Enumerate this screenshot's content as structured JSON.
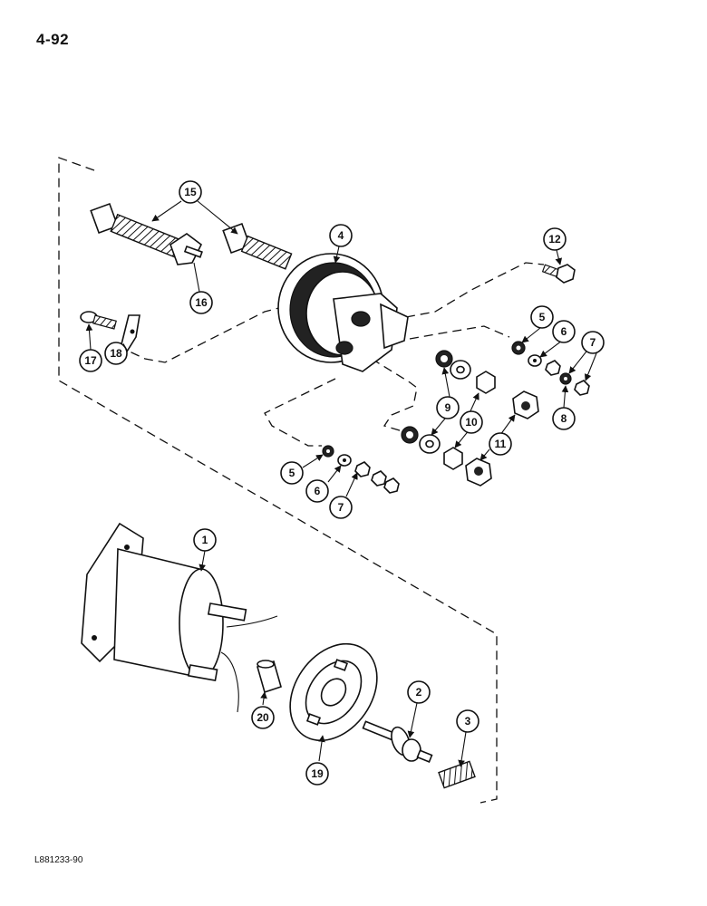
{
  "page": {
    "number": "4-92",
    "figure_code": "L881233-90"
  },
  "callouts": {
    "c1": "1",
    "c2": "2",
    "c3": "3",
    "c4": "4",
    "c5a": "5",
    "c5b": "5",
    "c6a": "6",
    "c6b": "6",
    "c7a": "7",
    "c7b": "7",
    "c8": "8",
    "c9": "9",
    "c10": "10",
    "c11": "11",
    "c12": "12",
    "c15": "15",
    "c16": "16",
    "c17": "17",
    "c18": "18",
    "c19": "19",
    "c20": "20"
  },
  "colors": {
    "ink": "#111111",
    "paper": "#ffffff"
  }
}
